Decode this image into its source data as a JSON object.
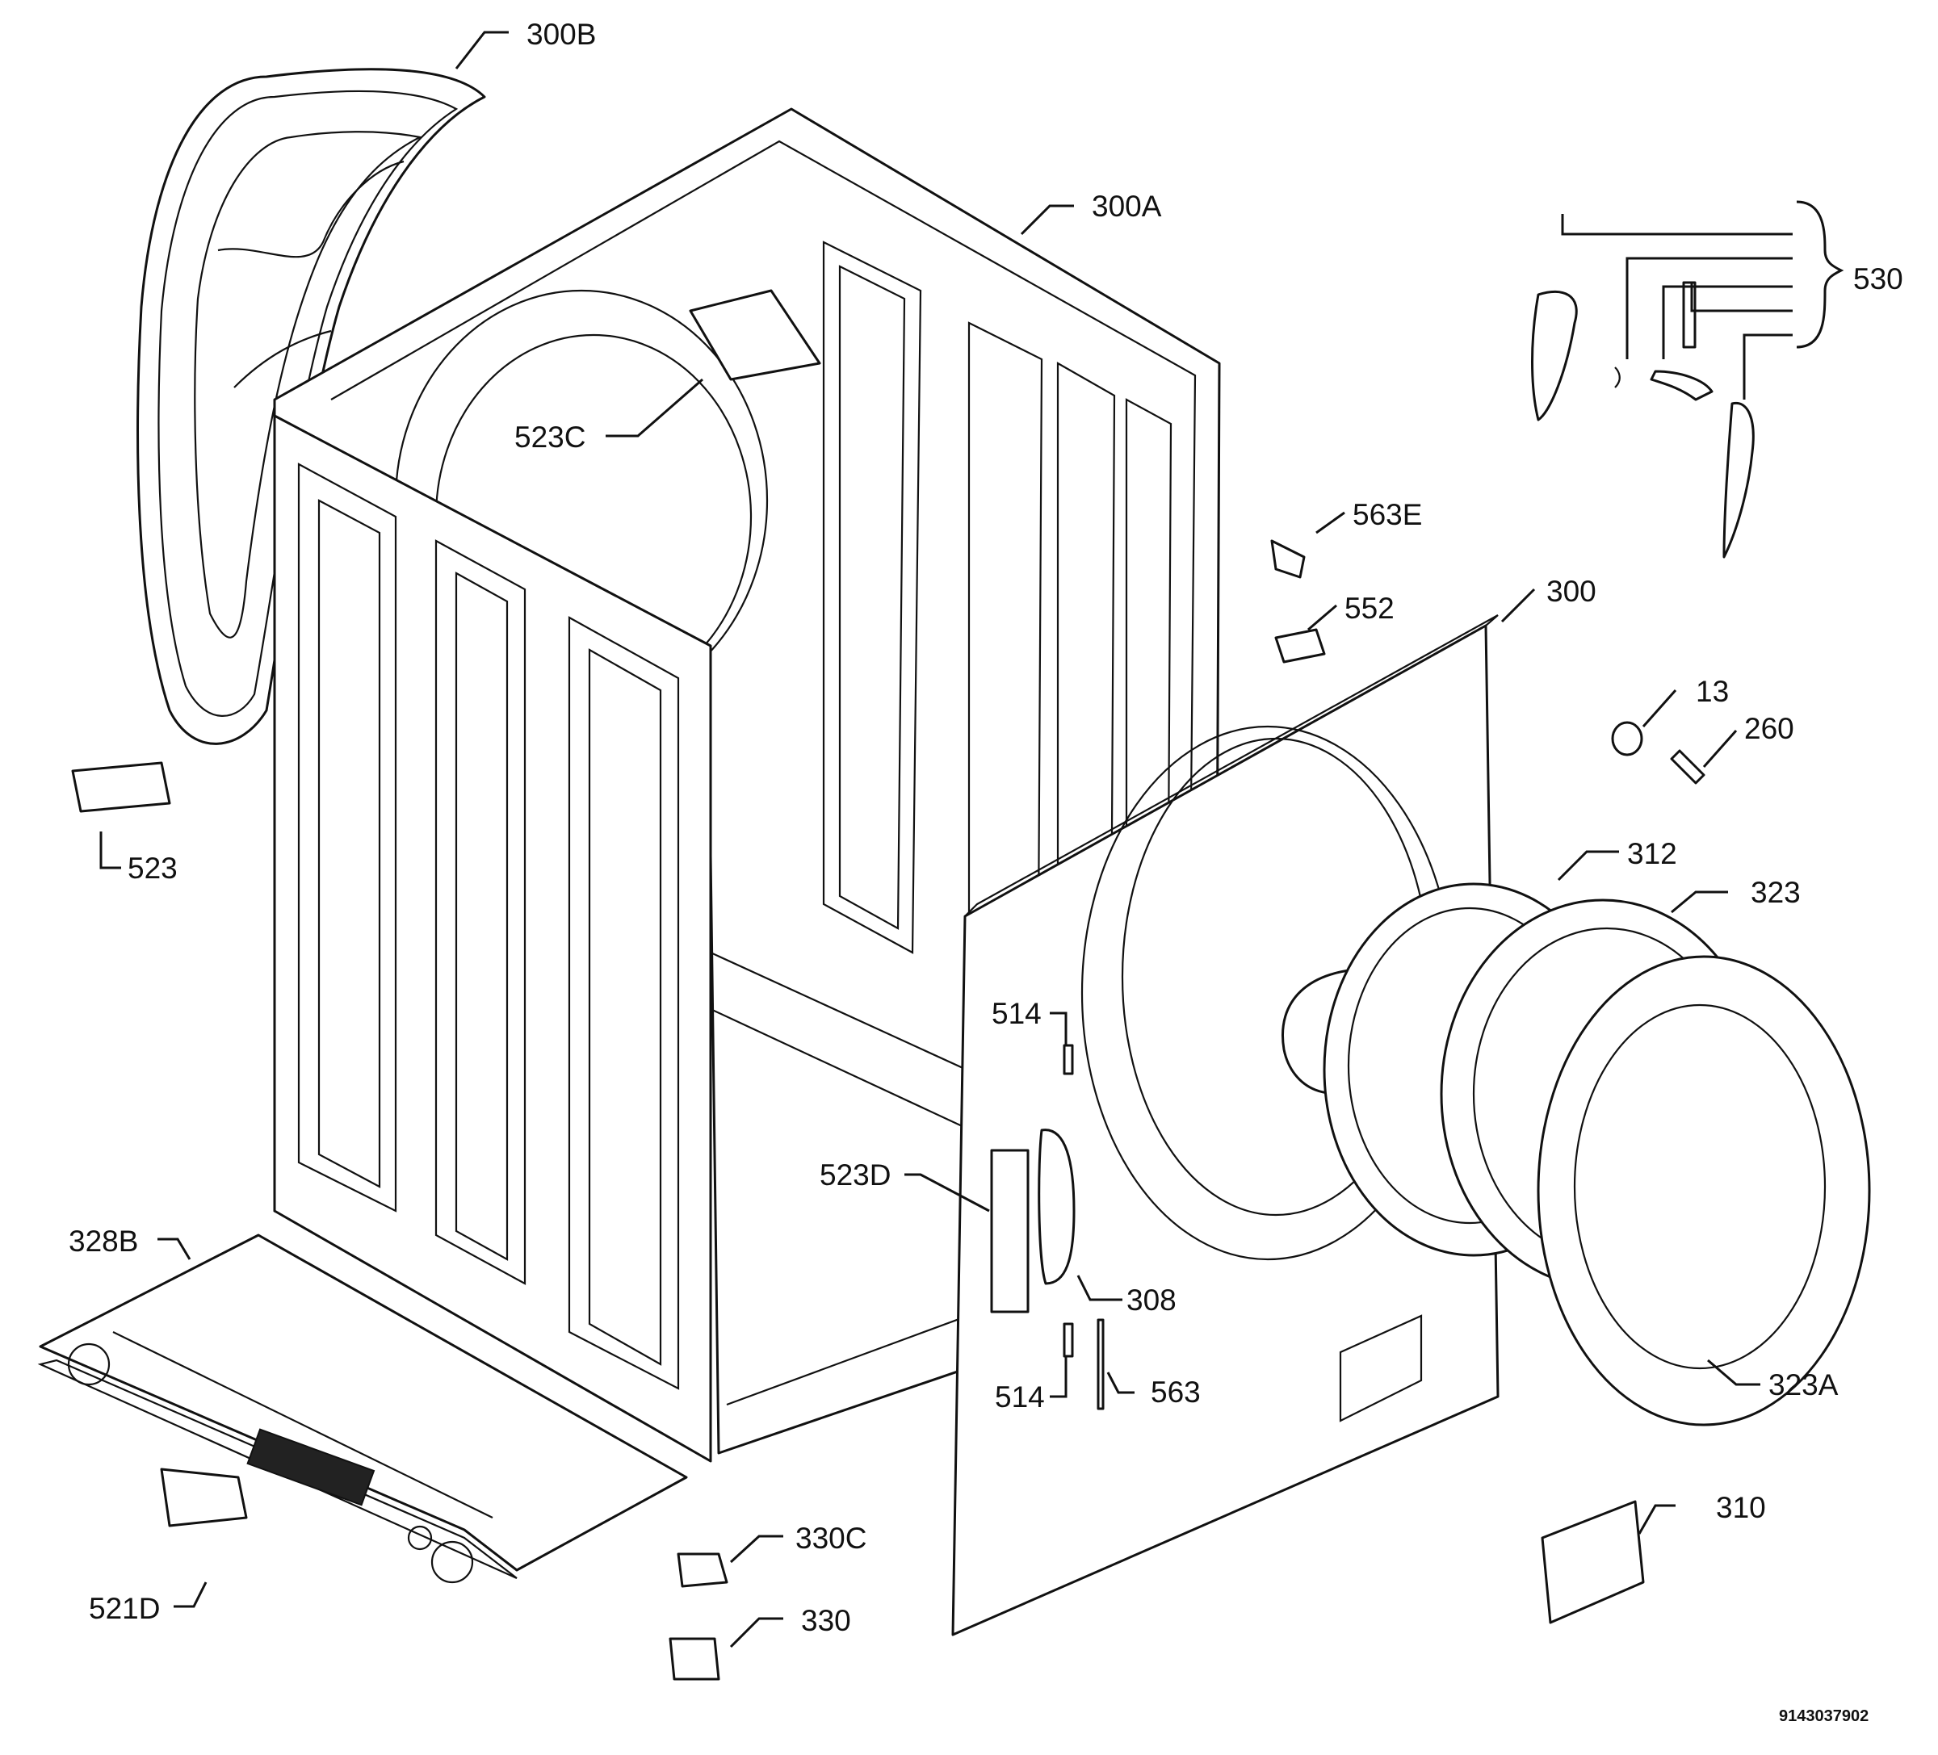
{
  "diagram": {
    "document_number": "9143037902",
    "callouts": {
      "c300B": "300B",
      "c300A": "300A",
      "c530": "530",
      "c523C": "523C",
      "c563E": "563E",
      "c552": "552",
      "c300": "300",
      "c13": "13",
      "c260": "260",
      "c523": "523",
      "c312": "312",
      "c323": "323",
      "c514a": "514",
      "c523D": "523D",
      "c308": "308",
      "c328B": "328B",
      "c514b": "514",
      "c563": "563",
      "c323A": "323A",
      "c310": "310",
      "c330C": "330C",
      "c330": "330",
      "c521D": "521D"
    }
  }
}
